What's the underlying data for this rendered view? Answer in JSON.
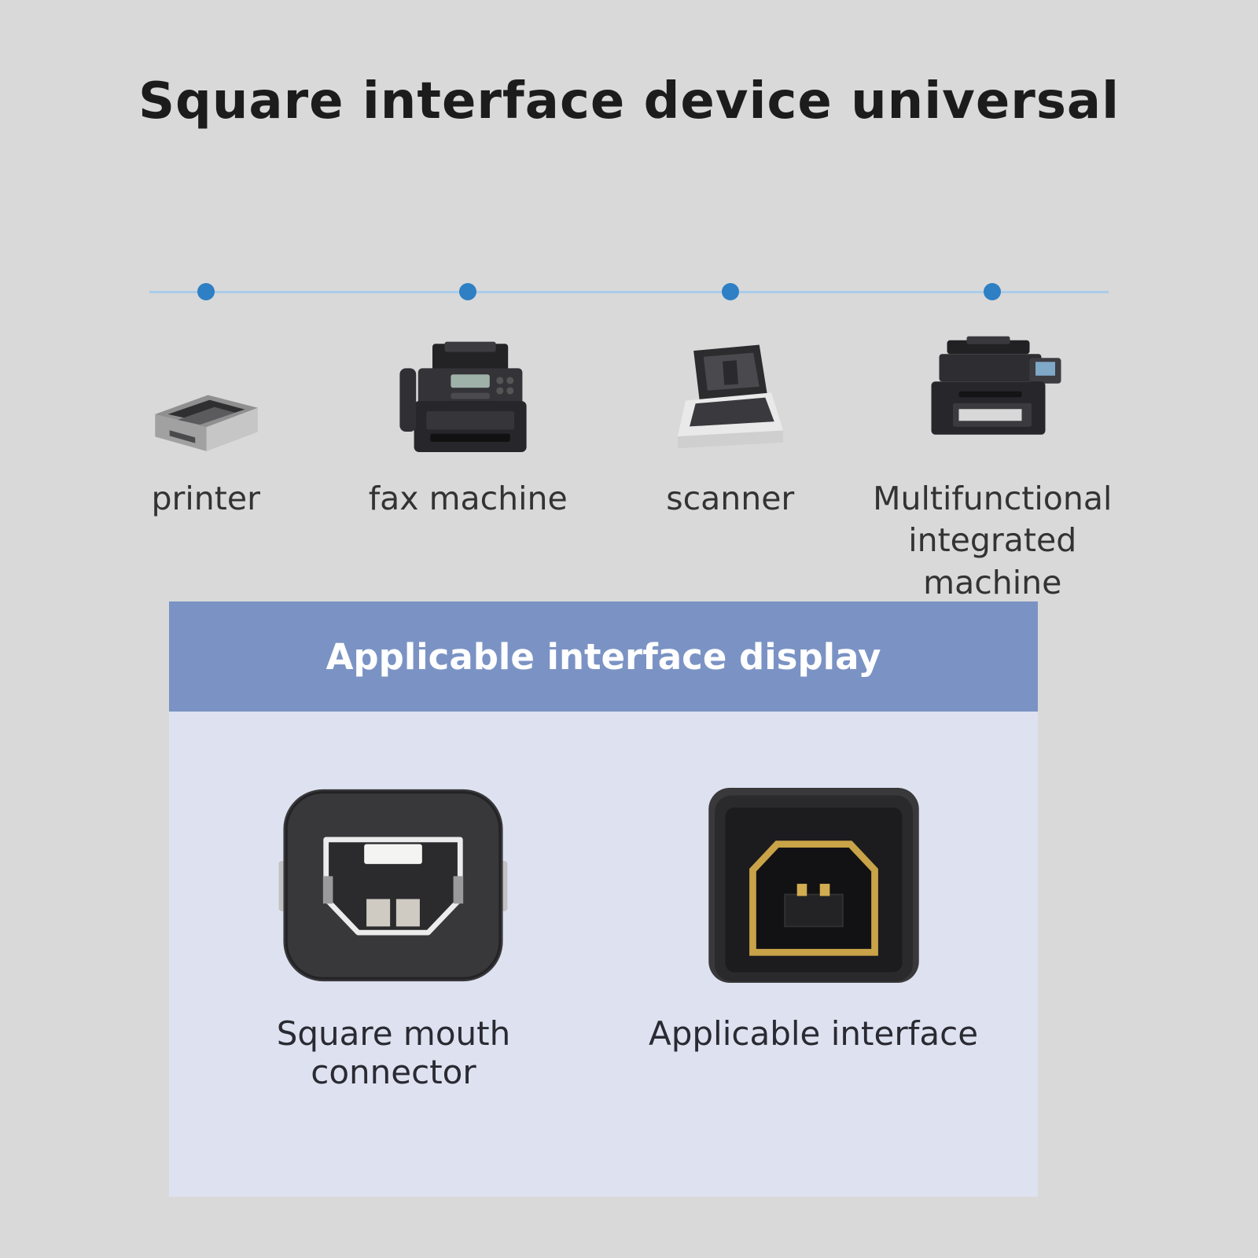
{
  "page": {
    "title": "Square interface device universal",
    "background": "#d9d9d9"
  },
  "timeline": {
    "line_color": "#a9cdea",
    "dot_color": "#2e7fc4"
  },
  "devices": [
    {
      "label": "printer"
    },
    {
      "label": "fax machine"
    },
    {
      "label": "scanner"
    },
    {
      "label": "Multifunctional integrated machine"
    }
  ],
  "panel": {
    "header": "Applicable interface display",
    "header_bg": "#7b93c4",
    "body_bg": "#dee2f0",
    "items": [
      {
        "label": "Square mouth connector"
      },
      {
        "label": "Applicable interface"
      }
    ]
  }
}
